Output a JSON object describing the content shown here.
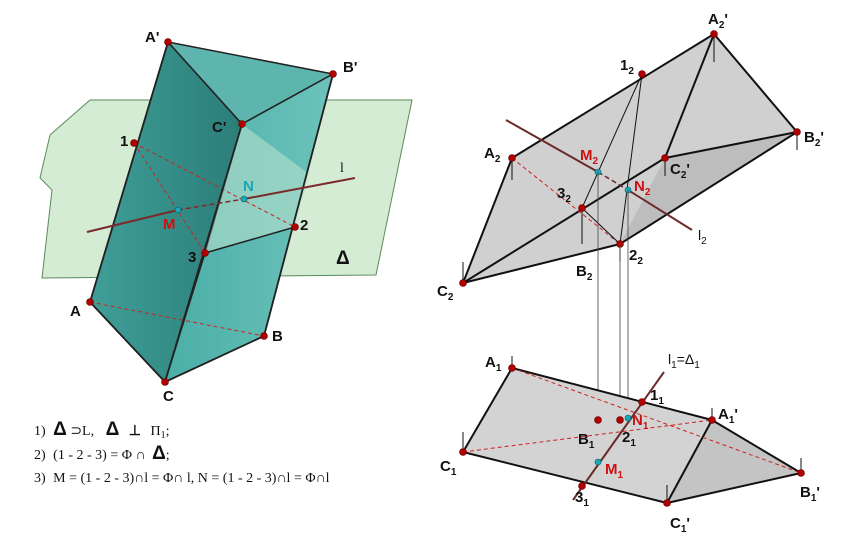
{
  "left_figure": {
    "plane_label": "Δ",
    "line_label": "l",
    "vertices": {
      "A_top": "A'",
      "B_top": "B'",
      "C_top": "C'",
      "A": "A",
      "B": "B",
      "C": "C"
    },
    "section_points": {
      "p1": "1",
      "p2": "2",
      "p3": "3"
    },
    "intersections": {
      "M": "M",
      "N": "N"
    }
  },
  "right_top": {
    "A2": [
      "A",
      "2",
      ""
    ],
    "B2": [
      "B",
      "2",
      ""
    ],
    "C2": [
      "C",
      "2",
      ""
    ],
    "A2p": [
      "A",
      "2",
      "'"
    ],
    "B2p": [
      "B",
      "2",
      "'"
    ],
    "C2p": [
      "C",
      "2",
      "'"
    ],
    "p12": [
      "1",
      "2",
      ""
    ],
    "p22": [
      "2",
      "2",
      ""
    ],
    "p32": [
      "3",
      "2",
      ""
    ],
    "M2": [
      "M",
      "2",
      ""
    ],
    "N2": [
      "N",
      "2",
      ""
    ],
    "l2": [
      "l",
      "2",
      ""
    ]
  },
  "right_bottom": {
    "A1": [
      "A",
      "1",
      ""
    ],
    "B1": [
      "B",
      "1",
      ""
    ],
    "C1": [
      "C",
      "1",
      ""
    ],
    "A1p": [
      "A",
      "1",
      "'"
    ],
    "B1p": [
      "B",
      "1",
      "'"
    ],
    "C1p": [
      "C",
      "1",
      "'"
    ],
    "p11": [
      "1",
      "1",
      ""
    ],
    "p21": [
      "2",
      "1",
      ""
    ],
    "p31": [
      "3",
      "1",
      ""
    ],
    "M1": [
      "M",
      "1",
      ""
    ],
    "N1": [
      "N",
      "1",
      ""
    ],
    "l1": [
      "l",
      "1",
      "=Δ",
      "1"
    ]
  },
  "steps": [
    {
      "n": "1)",
      "a": "Δ",
      "b": "⊃L,",
      "c": "Δ",
      "d": "⊥",
      "e": "Π",
      "f": "1",
      "g": ";"
    },
    {
      "n": "2)",
      "text": "(1 - 2 - 3) = Φ ∩",
      "sym": "Δ",
      "tail": ";"
    },
    {
      "n": "3)",
      "text": "M = (1 - 2  - 3)∩l = Φ∩ l, N = (1 - 2 - 3)∩l = Φ∩l"
    }
  ]
}
